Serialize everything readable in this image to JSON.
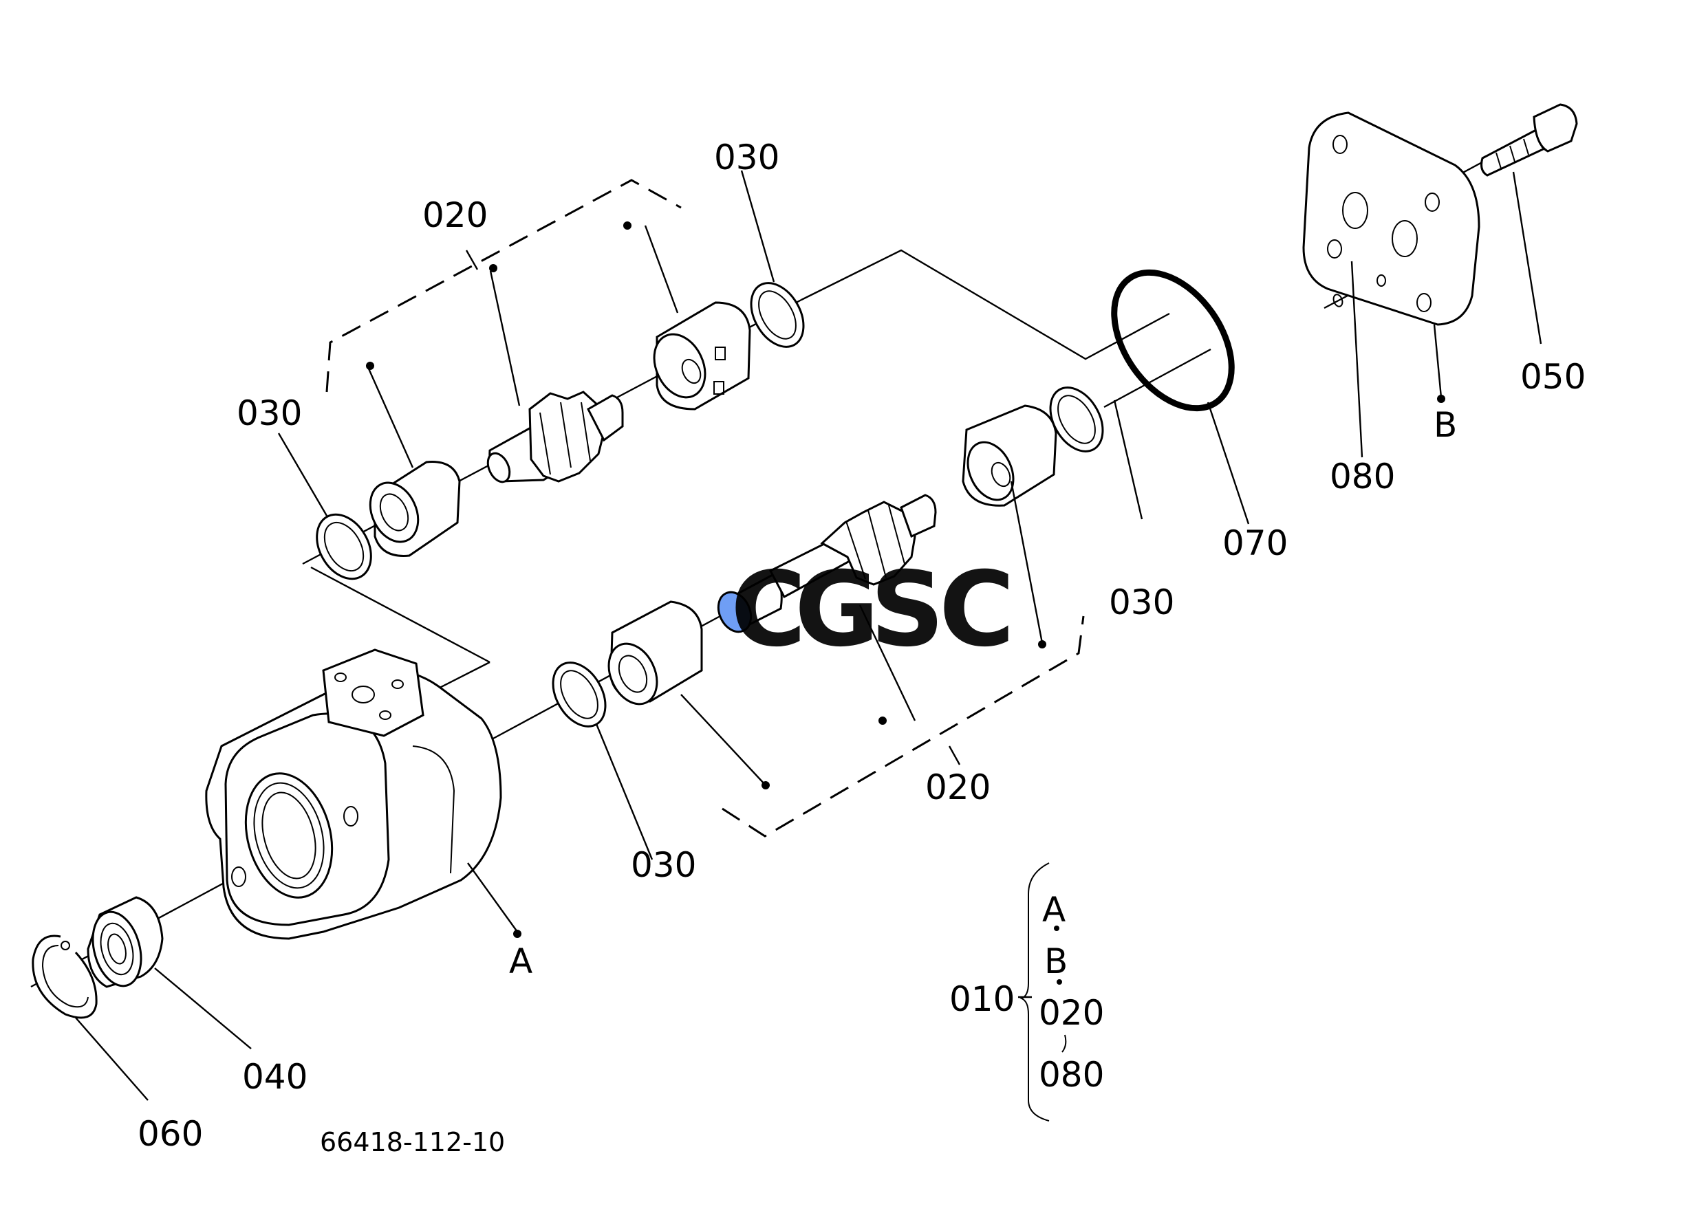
{
  "diagram": {
    "drawing_number": "66418-112-10",
    "labels": {
      "p020_upper": "020",
      "p030_upper_right": "030",
      "p030_upper_left": "030",
      "p020_lower": "020",
      "p030_lower_left": "030",
      "p030_lower_right": "030",
      "p070": "070",
      "p050": "050",
      "p080": "080",
      "body_a": "A",
      "cover_b": "B",
      "p040": "040",
      "p060": "060"
    },
    "assembly": {
      "number": "010",
      "lines": [
        "A",
        "B",
        "020",
        "080"
      ]
    }
  },
  "watermark": {
    "letters": [
      "C",
      "G",
      "S",
      "C"
    ],
    "colors": [
      "#6f9ef5",
      "#f2857a",
      "#f7d25a",
      "#6cbf93"
    ]
  }
}
